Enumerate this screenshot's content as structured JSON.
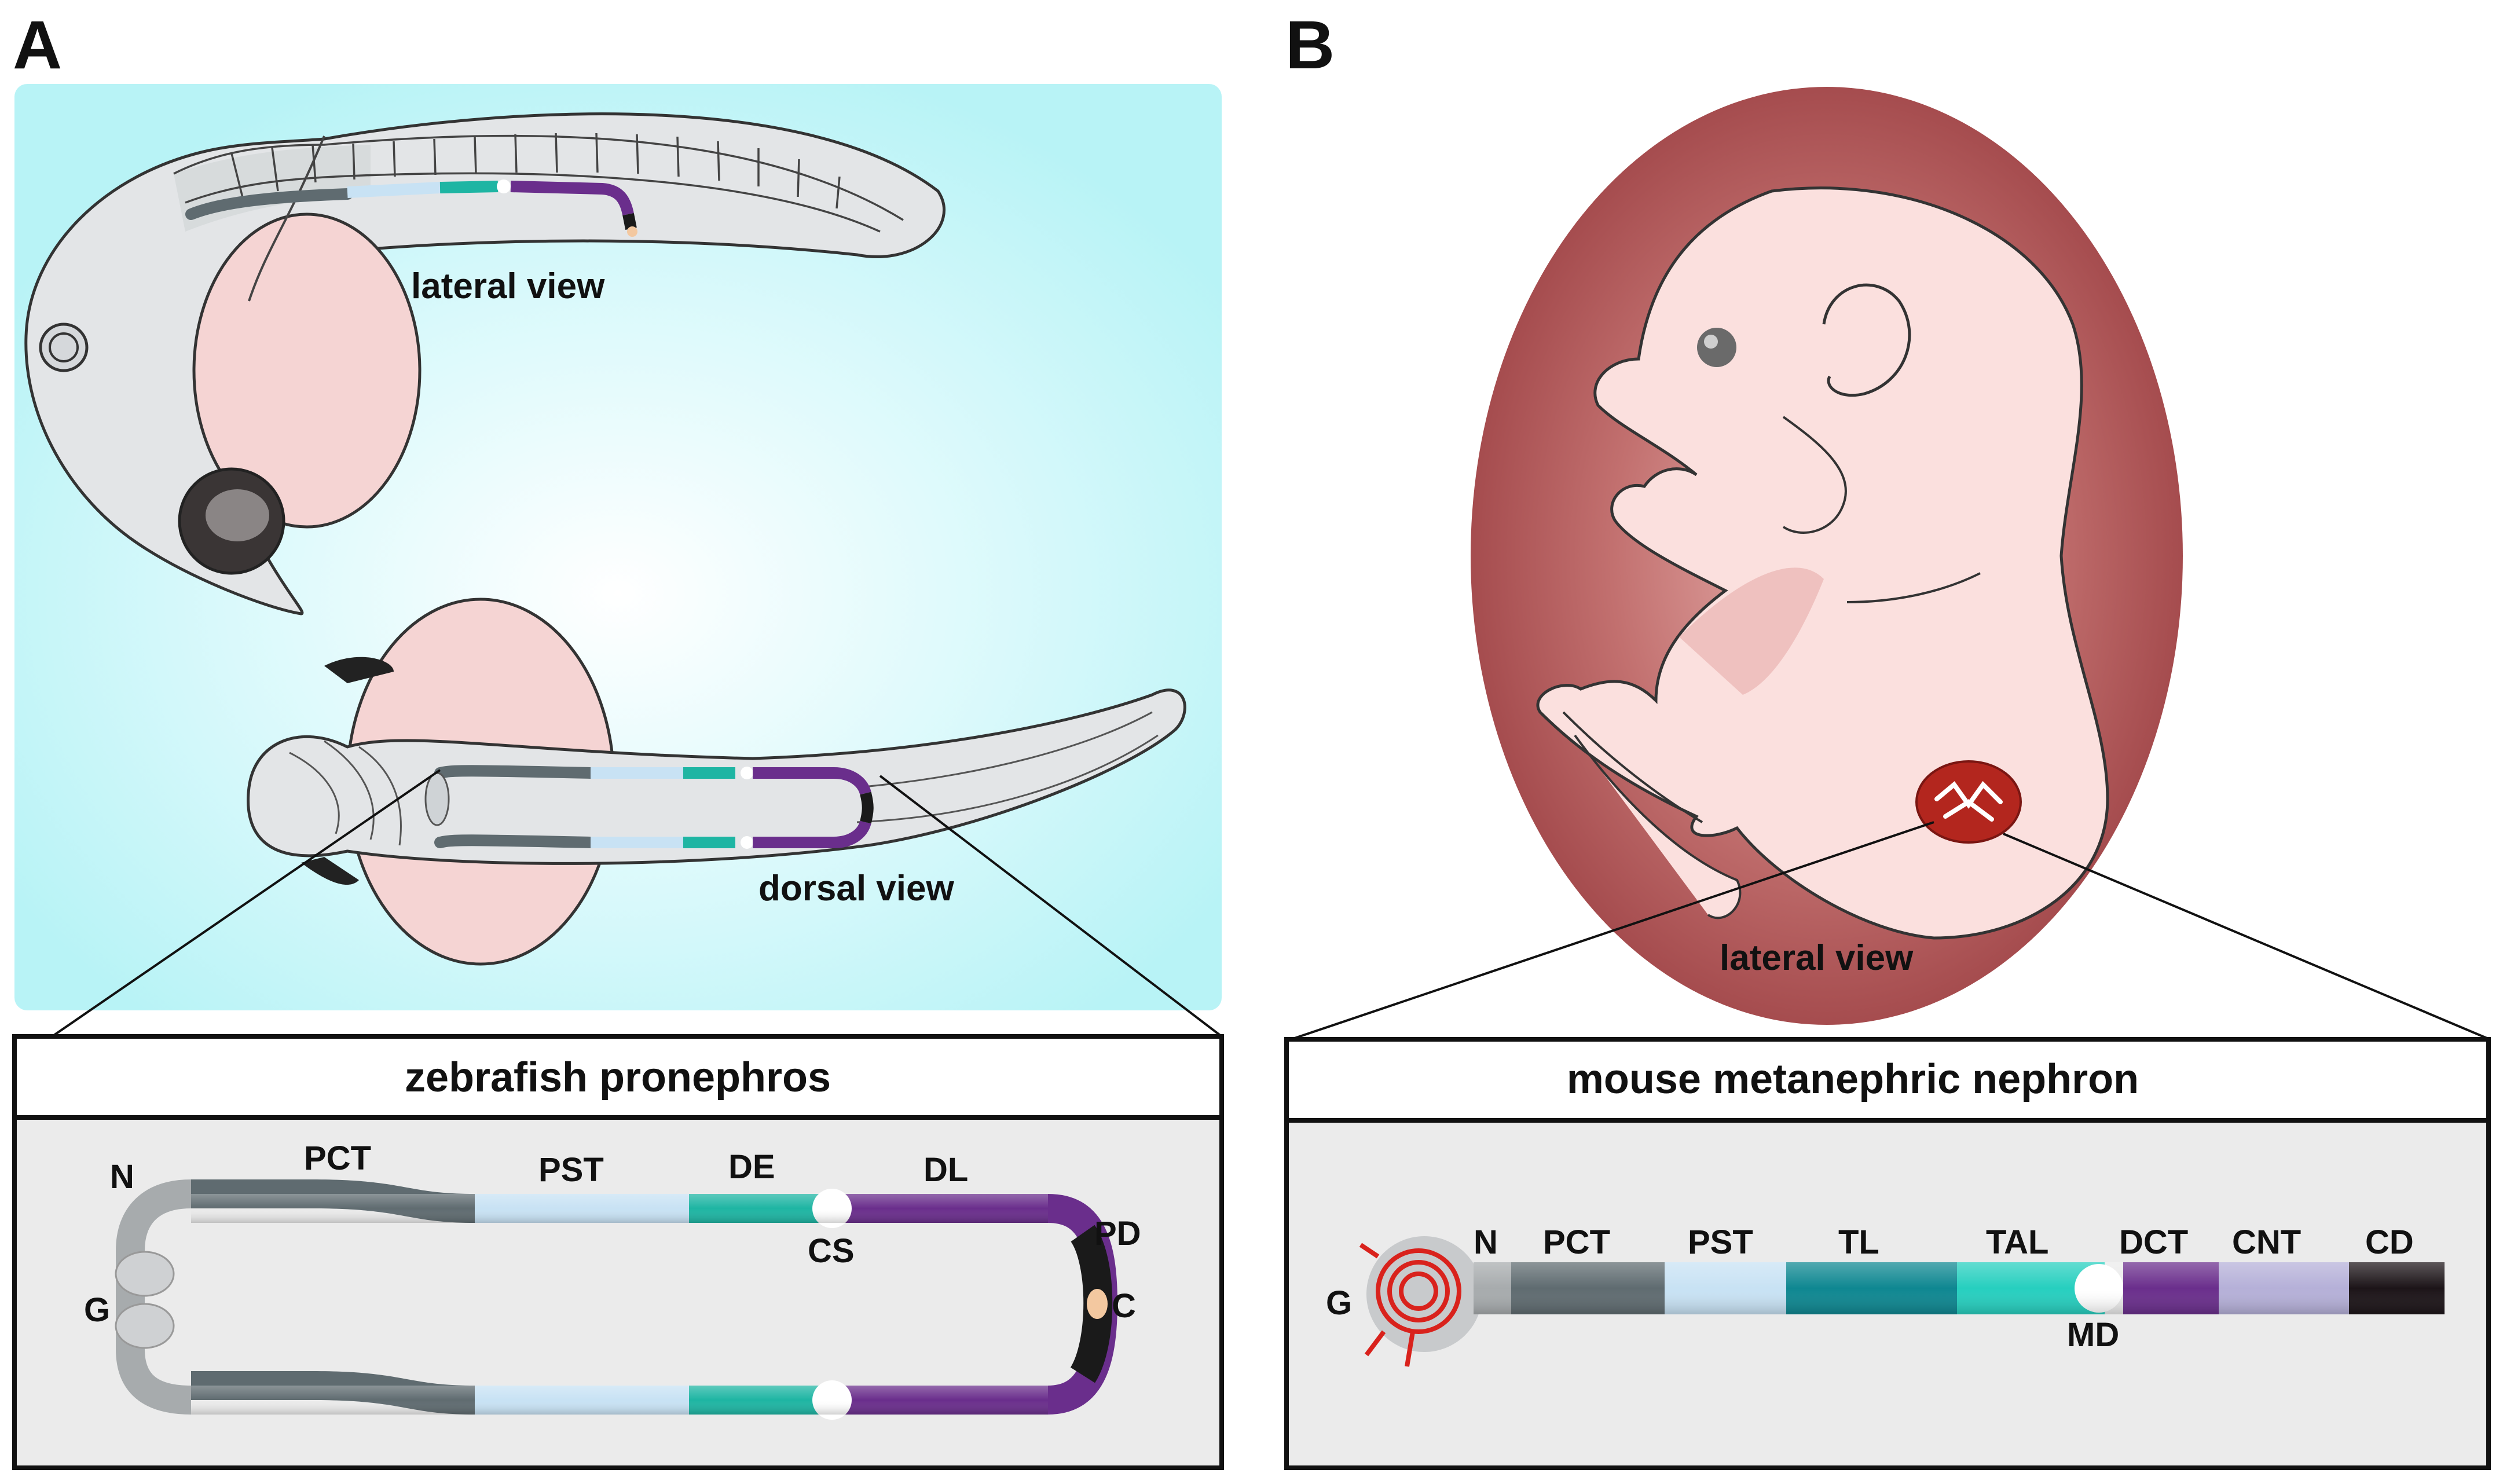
{
  "panel_a": {
    "letter": "A",
    "lateral_label": "lateral view",
    "dorsal_label": "dorsal view",
    "inset_title": "zebrafish pronephros",
    "segments": {
      "n": "N",
      "g": "G",
      "pct": "PCT",
      "pst": "PST",
      "de": "DE",
      "cs": "CS",
      "dl": "DL",
      "pd": "PD",
      "c": "C"
    }
  },
  "panel_b": {
    "letter": "B",
    "lateral_label": "lateral view",
    "inset_title": "mouse metanephric nephron",
    "segments": {
      "g": "G",
      "n": "N",
      "pct": "PCT",
      "pst": "PST",
      "tl": "TL",
      "tal": "TAL",
      "md": "MD",
      "dct": "DCT",
      "cnt": "CNT",
      "cd": "CD"
    }
  },
  "colors": {
    "pct": "#5f6b70",
    "pst": "#c8e2f4",
    "de": "#1eb5a3",
    "dl": "#6a2e8c",
    "pd": "#1a1a1a",
    "c": "#f3c8a0",
    "tl": "#0e8791",
    "tal": "#26cfbf",
    "dct": "#6a2e8c",
    "cnt": "#b5b0d8",
    "cd": "#1c1418",
    "background_a": "#b8f3f6",
    "uterus": "#a94b4e",
    "embryo": "#f7c9c6",
    "kidney": "#b3261e"
  }
}
